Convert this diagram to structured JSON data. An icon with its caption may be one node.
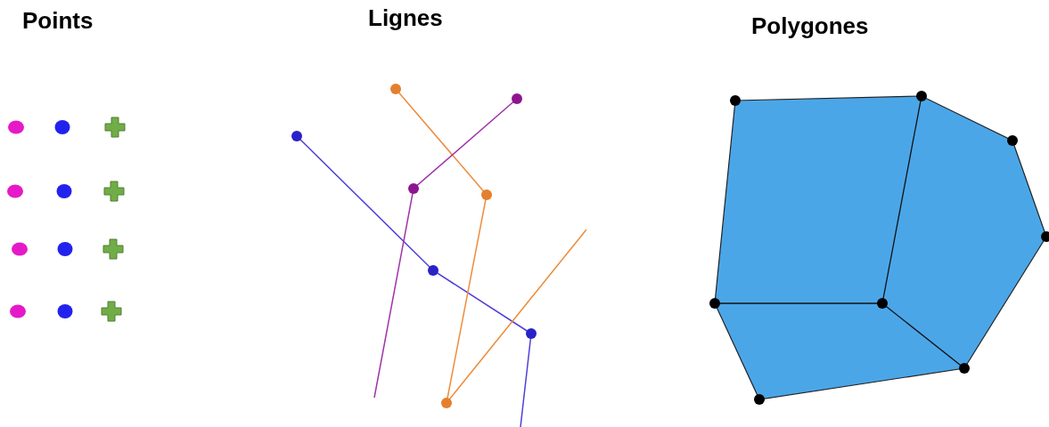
{
  "diagram": {
    "labels": [
      "Points",
      "Lignes",
      "Polygones"
    ]
  }
}
